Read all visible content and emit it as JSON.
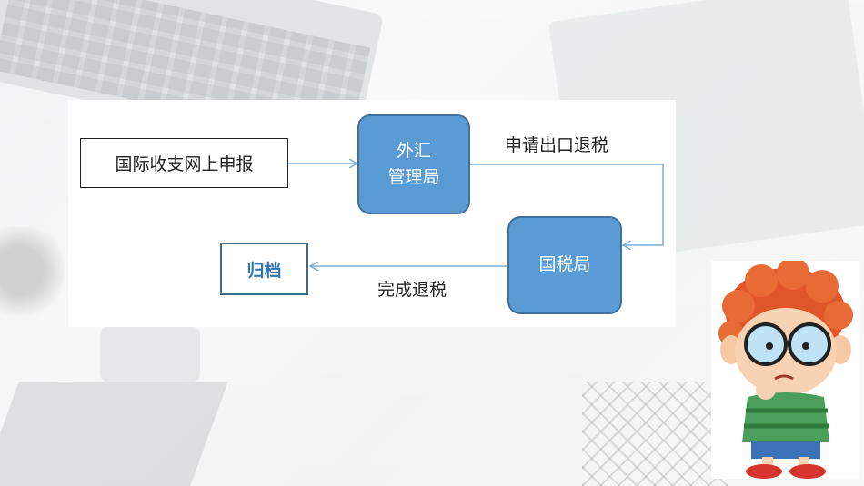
{
  "diagram": {
    "nodes": {
      "declare": "国际收支网上申报",
      "forex_line1": "外汇",
      "forex_line2": "管理局",
      "tax": "国税局",
      "archive": "归档"
    },
    "edges": {
      "forex_to_tax": "申请出口退税",
      "tax_to_archive": "完成退税"
    }
  },
  "colors": {
    "node_fill": "#5b9bd5",
    "node_border": "#41719c",
    "edge": "#7aaed6",
    "archive_text": "#2e75b6"
  }
}
